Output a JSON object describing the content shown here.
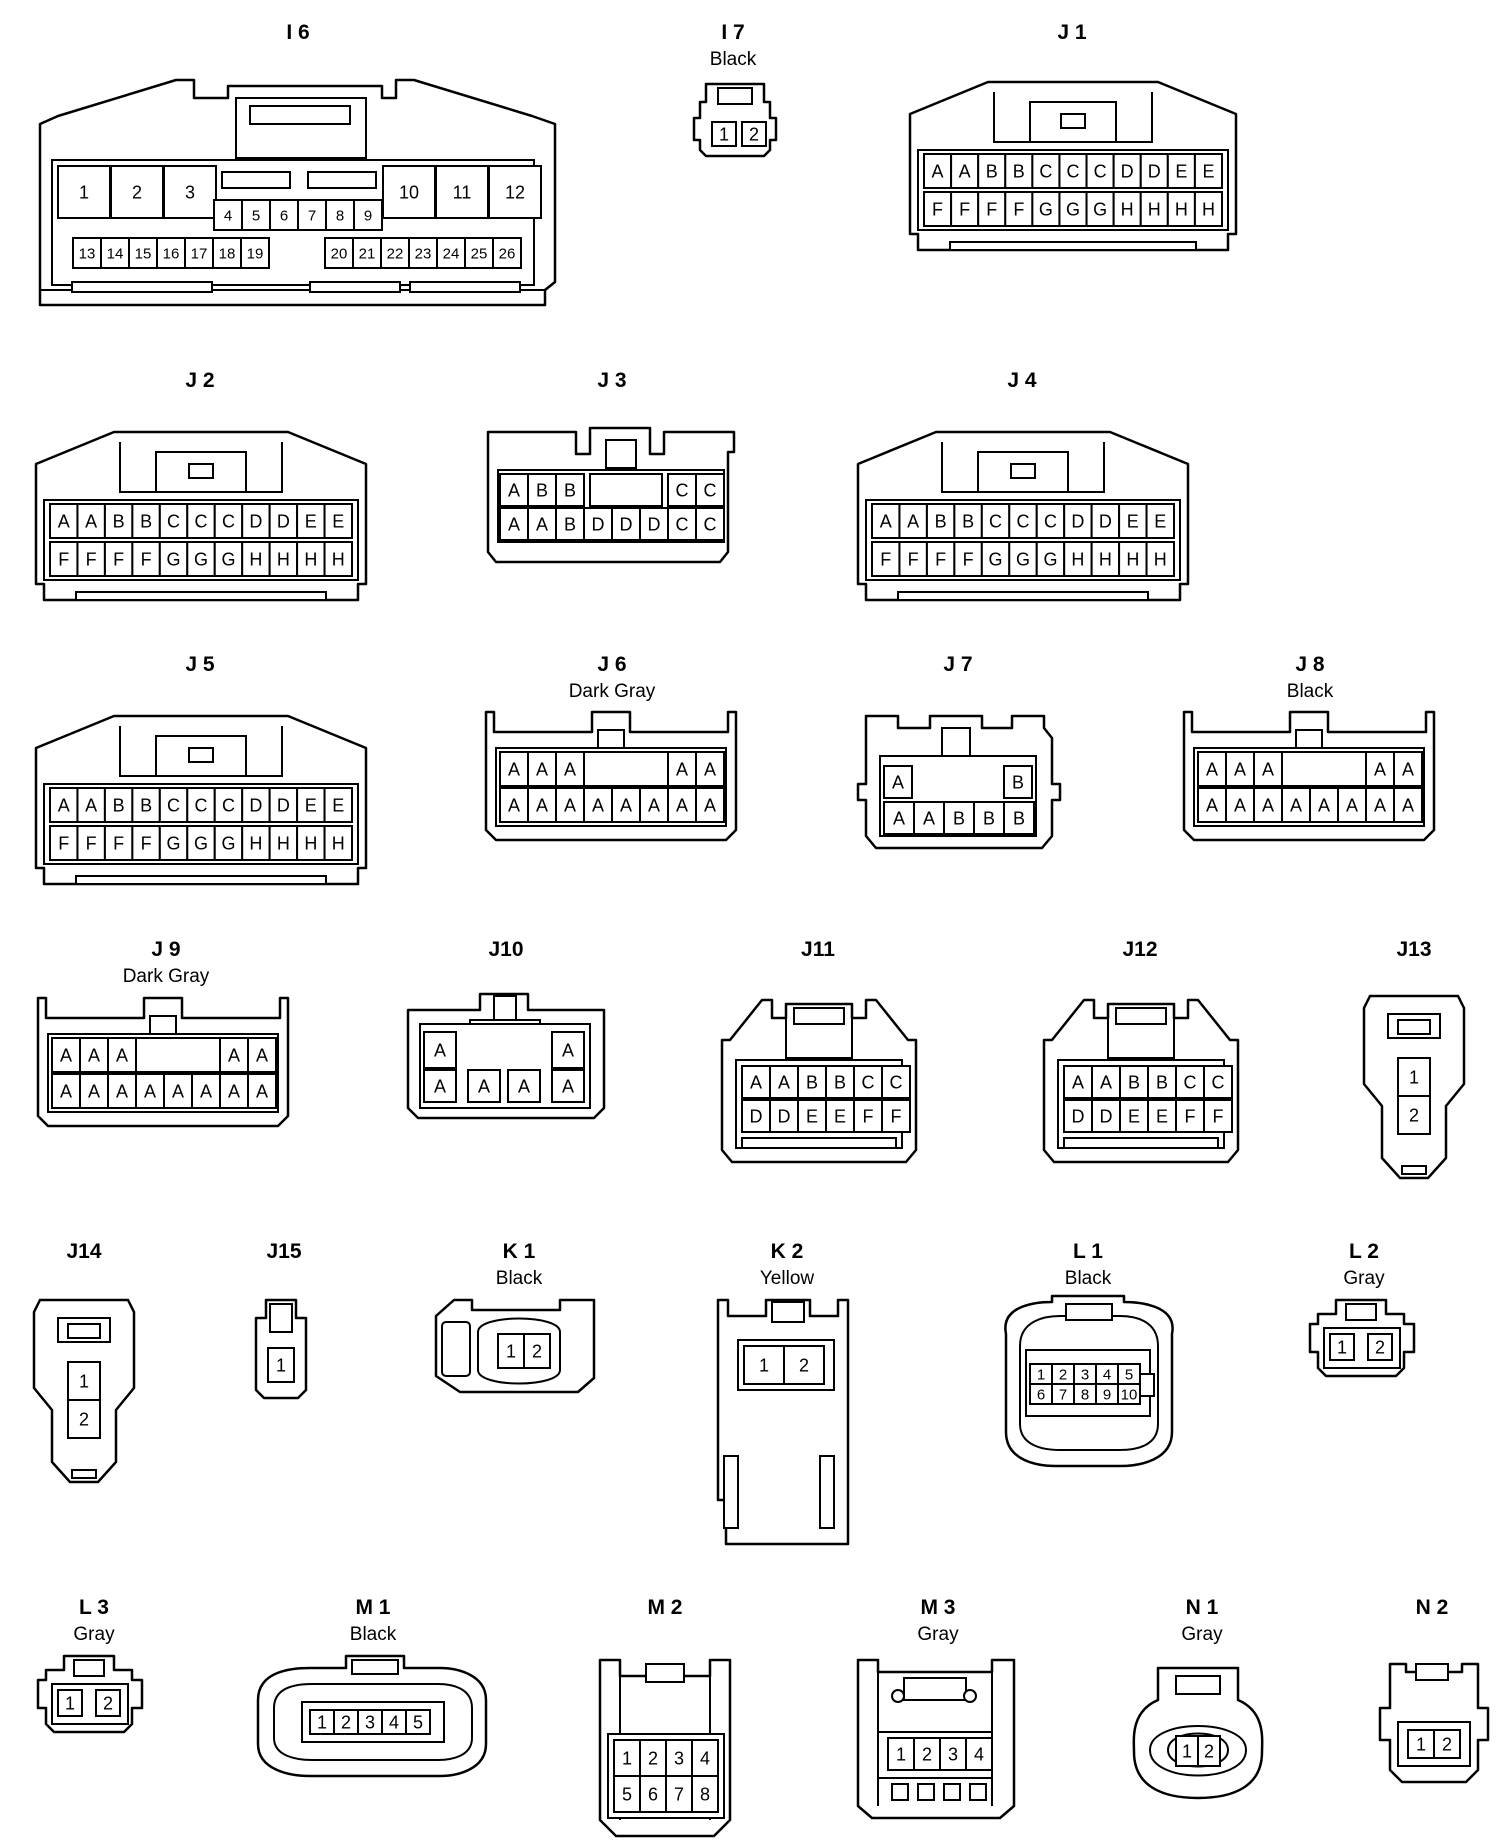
{
  "connectors": [
    {
      "id": "I6",
      "title": "I 6",
      "color": "",
      "rows": [
        [
          "1",
          "2",
          "3",
          "10",
          "11",
          "12"
        ],
        [
          "4",
          "5",
          "6",
          "7",
          "8",
          "9"
        ],
        [
          "13",
          "14",
          "15",
          "16",
          "17",
          "18",
          "19",
          "20",
          "21",
          "22",
          "23",
          "24",
          "25",
          "26"
        ]
      ]
    },
    {
      "id": "I7",
      "title": "I 7",
      "color": "Black",
      "rows": [
        [
          "1",
          "2"
        ]
      ]
    },
    {
      "id": "J1",
      "title": "J 1",
      "color": "",
      "rows": [
        [
          "A",
          "A",
          "B",
          "B",
          "C",
          "C",
          "C",
          "D",
          "D",
          "E",
          "E"
        ],
        [
          "F",
          "F",
          "F",
          "F",
          "G",
          "G",
          "G",
          "H",
          "H",
          "H",
          "H"
        ]
      ]
    },
    {
      "id": "J2",
      "title": "J 2",
      "color": "",
      "rows": [
        [
          "A",
          "A",
          "B",
          "B",
          "C",
          "C",
          "C",
          "D",
          "D",
          "E",
          "E"
        ],
        [
          "F",
          "F",
          "F",
          "F",
          "G",
          "G",
          "G",
          "H",
          "H",
          "H",
          "H"
        ]
      ]
    },
    {
      "id": "J3",
      "title": "J 3",
      "color": "",
      "rows": [
        [
          "A",
          "B",
          "B",
          "C",
          "C"
        ],
        [
          "A",
          "A",
          "B",
          "D",
          "D",
          "D",
          "C",
          "C"
        ]
      ]
    },
    {
      "id": "J4",
      "title": "J 4",
      "color": "",
      "rows": [
        [
          "A",
          "A",
          "B",
          "B",
          "C",
          "C",
          "C",
          "D",
          "D",
          "E",
          "E"
        ],
        [
          "F",
          "F",
          "F",
          "F",
          "G",
          "G",
          "G",
          "H",
          "H",
          "H",
          "H"
        ]
      ]
    },
    {
      "id": "J5",
      "title": "J 5",
      "color": "",
      "rows": [
        [
          "A",
          "A",
          "B",
          "B",
          "C",
          "C",
          "C",
          "D",
          "D",
          "E",
          "E"
        ],
        [
          "F",
          "F",
          "F",
          "F",
          "G",
          "G",
          "G",
          "H",
          "H",
          "H",
          "H"
        ]
      ]
    },
    {
      "id": "J6",
      "title": "J 6",
      "color": "Dark Gray",
      "rows": [
        [
          "A",
          "A",
          "A",
          "A",
          "A"
        ],
        [
          "A",
          "A",
          "A",
          "A",
          "A",
          "A",
          "A",
          "A"
        ]
      ]
    },
    {
      "id": "J7",
      "title": "J 7",
      "color": "",
      "rows": [
        [
          "A",
          "B"
        ],
        [
          "A",
          "A",
          "B",
          "B",
          "B"
        ]
      ]
    },
    {
      "id": "J8",
      "title": "J 8",
      "color": "Black",
      "rows": [
        [
          "A",
          "A",
          "A",
          "A",
          "A"
        ],
        [
          "A",
          "A",
          "A",
          "A",
          "A",
          "A",
          "A",
          "A"
        ]
      ]
    },
    {
      "id": "J9",
      "title": "J 9",
      "color": "Dark Gray",
      "rows": [
        [
          "A",
          "A",
          "A",
          "A",
          "A"
        ],
        [
          "A",
          "A",
          "A",
          "A",
          "A",
          "A",
          "A",
          "A"
        ]
      ]
    },
    {
      "id": "J10",
      "title": "J10",
      "color": "",
      "rows": [
        [
          "A",
          "A"
        ],
        [
          "A",
          "A",
          "A",
          "A"
        ]
      ]
    },
    {
      "id": "J11",
      "title": "J11",
      "color": "",
      "rows": [
        [
          "A",
          "A",
          "B",
          "B",
          "C",
          "C"
        ],
        [
          "D",
          "D",
          "E",
          "E",
          "F",
          "F"
        ]
      ]
    },
    {
      "id": "J12",
      "title": "J12",
      "color": "",
      "rows": [
        [
          "A",
          "A",
          "B",
          "B",
          "C",
          "C"
        ],
        [
          "D",
          "D",
          "E",
          "E",
          "F",
          "F"
        ]
      ]
    },
    {
      "id": "J13",
      "title": "J13",
      "color": "",
      "rows": [
        [
          "1"
        ],
        [
          "2"
        ]
      ]
    },
    {
      "id": "J14",
      "title": "J14",
      "color": "",
      "rows": [
        [
          "1"
        ],
        [
          "2"
        ]
      ]
    },
    {
      "id": "J15",
      "title": "J15",
      "color": "",
      "rows": [
        [
          "1"
        ]
      ]
    },
    {
      "id": "K1",
      "title": "K 1",
      "color": "Black",
      "rows": [
        [
          "1",
          "2"
        ]
      ]
    },
    {
      "id": "K2",
      "title": "K 2",
      "color": "Yellow",
      "rows": [
        [
          "1",
          "2"
        ]
      ]
    },
    {
      "id": "L1",
      "title": "L 1",
      "color": "Black",
      "rows": [
        [
          "1",
          "2",
          "3",
          "4",
          "5"
        ],
        [
          "6",
          "7",
          "8",
          "9",
          "10"
        ]
      ]
    },
    {
      "id": "L2",
      "title": "L 2",
      "color": "Gray",
      "rows": [
        [
          "1",
          "2"
        ]
      ]
    },
    {
      "id": "L3",
      "title": "L 3",
      "color": "Gray",
      "rows": [
        [
          "1",
          "2"
        ]
      ]
    },
    {
      "id": "M1",
      "title": "M 1",
      "color": "Black",
      "rows": [
        [
          "1",
          "2",
          "3",
          "4",
          "5"
        ]
      ]
    },
    {
      "id": "M2",
      "title": "M 2",
      "color": "",
      "rows": [
        [
          "1",
          "2",
          "3",
          "4"
        ],
        [
          "5",
          "6",
          "7",
          "8"
        ]
      ]
    },
    {
      "id": "M3",
      "title": "M 3",
      "color": "Gray",
      "rows": [
        [
          "1",
          "2",
          "3",
          "4"
        ]
      ]
    },
    {
      "id": "N1",
      "title": "N 1",
      "color": "Gray",
      "rows": [
        [
          "1",
          "2"
        ]
      ]
    },
    {
      "id": "N2",
      "title": "N 2",
      "color": "",
      "rows": [
        [
          "1",
          "2"
        ]
      ]
    }
  ]
}
